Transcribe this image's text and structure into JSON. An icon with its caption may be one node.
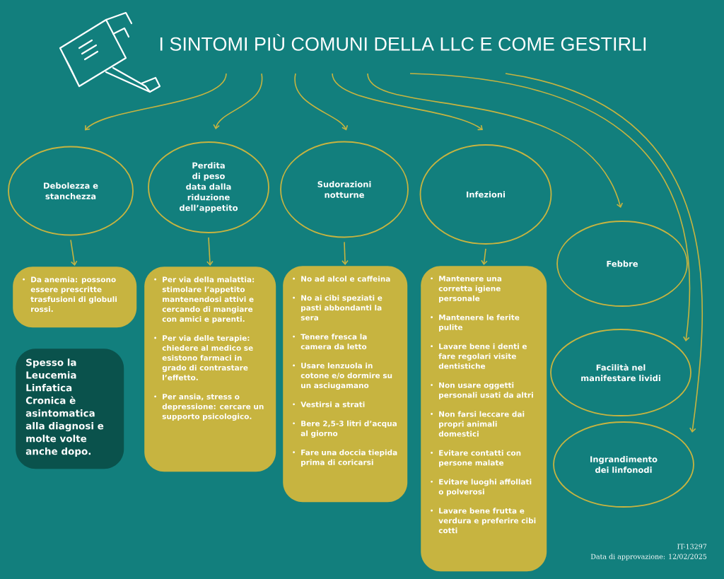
{
  "diagram": {
    "nodes": [
      {
        "text": [
          "I SINTOMI PIÙ COMUNI DELLA LLC E COME GESTIRLI"
        ]
      },
      {
        "text": [
          "Debolezza e stanchezza"
        ]
      },
      {
        "text": [
          "Perdita di peso data dalla riduzione dell’appetito"
        ]
      },
      {
        "text": [
          "Sudorazioni notturne"
        ]
      },
      {
        "text": [
          "Infezioni"
        ]
      },
      {
        "text": [
          "Febbre"
        ]
      },
      {
        "text": [
          "Facilità nel manifestare lividi"
        ]
      },
      {
        "text": [
          "Ingrandimento dei linfonodi"
        ]
      },
      {
        "text": [
          "Da anemia: possono essere prescritte trasfusioni di globuli rossi."
        ]
      },
      {
        "text": [
          "Per via della malattia: stimolare l’appetito mantenendosi attivi e cercando di mangiare con amici e parenti.",
          "Per via delle terapie: chiedere al medico se esistono farmaci in grado di contrastare l’effetto.",
          "Per ansia, stress o depressione: cercare un supporto psicologico."
        ]
      },
      {
        "text": [
          "No ad alcol e caffeina",
          "No ai cibi speziati e pasti abbondanti la sera",
          "Tenere fresca la camera da letto",
          "Usare lenzuola in cotone e/o dormire su un asciugamano",
          "Vestirsi a strati",
          "Bere 2,5-3 litri d’acqua al giorno",
          "Fare una doccia tiepida prima di coricarsi"
        ]
      },
      {
        "text": [
          "Mantenere una corretta igiene personale",
          "Mantenere le ferite pulite",
          "Lavare bene i denti e fare regolari visite dentistiche",
          "Non usare oggetti personali usati da altri",
          "Non farsi leccare dai propri animali domestici",
          "Evitare contatti con persone malate",
          "Evitare luoghi affollati o polverosi",
          "Lavare bene frutta e verdura e preferire cibi cotti"
        ]
      },
      {
        "text": [
          "Spesso la Leucemia Linfatica Cronica è asintomatica alla diagnosi e molte volte anche dopo."
        ]
      }
    ],
    "edges": [
      {
        "from": 0,
        "to": 1,
        "arrow": "to"
      },
      {
        "from": 0,
        "to": 2,
        "arrow": "to"
      },
      {
        "from": 0,
        "to": 3,
        "arrow": "to"
      },
      {
        "from": 0,
        "to": 4,
        "arrow": "to"
      },
      {
        "from": 0,
        "to": 5,
        "arrow": "to"
      },
      {
        "from": 0,
        "to": 6,
        "arrow": "to"
      },
      {
        "from": 0,
        "to": 7,
        "arrow": "to"
      },
      {
        "from": 1,
        "to": 8,
        "arrow": "to"
      },
      {
        "from": 2,
        "to": 9,
        "arrow": "to"
      },
      {
        "from": 3,
        "to": 10,
        "arrow": "to"
      },
      {
        "from": 4,
        "to": 11,
        "arrow": "to"
      }
    ],
    "labels": [
      "IT-13297",
      "Data di approvazione: 12/02/2025"
    ]
  }
}
